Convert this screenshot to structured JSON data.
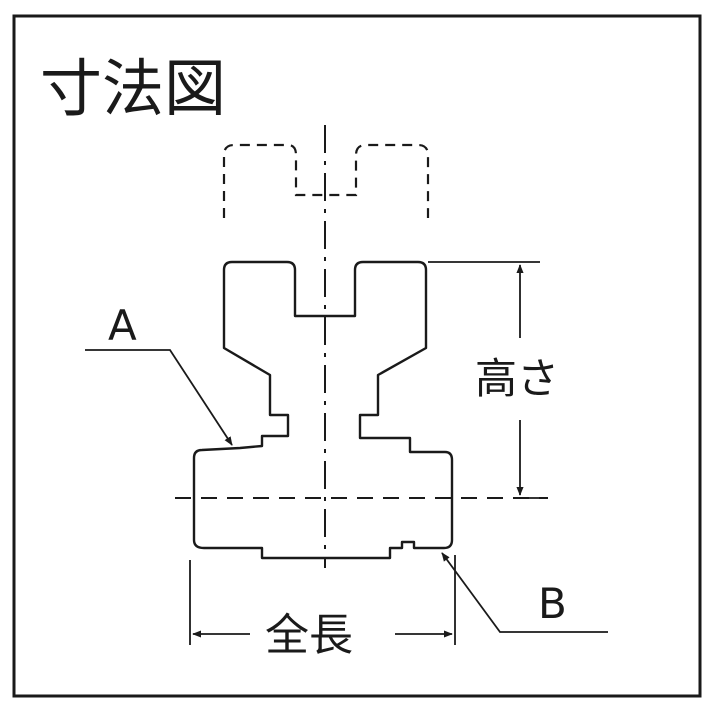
{
  "diagram": {
    "title": "寸法図",
    "labels": {
      "a": "A",
      "b": "B",
      "height": "高さ",
      "overall_length": "全長"
    }
  }
}
